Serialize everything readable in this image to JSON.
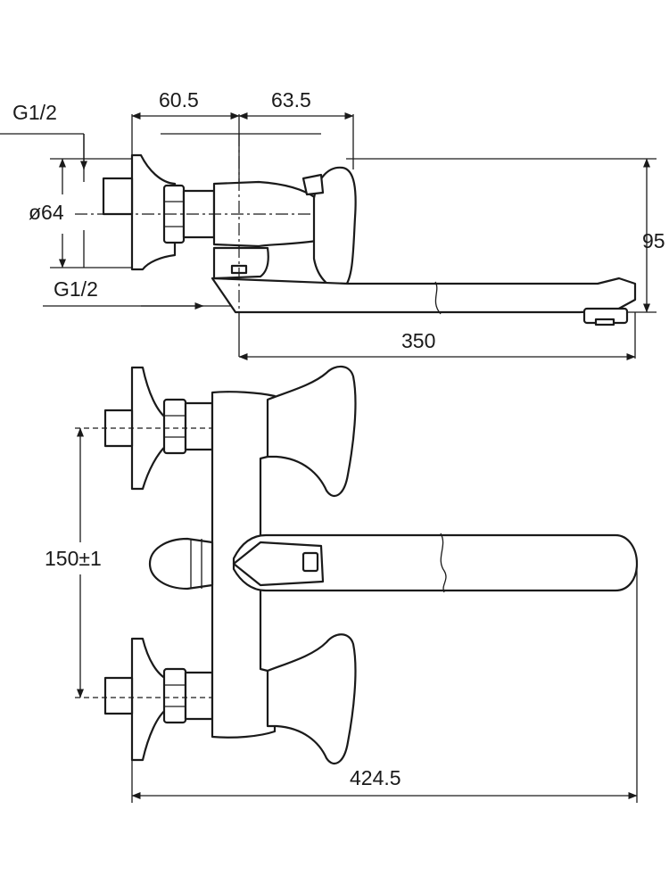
{
  "dimensions": {
    "thread_top": "G1/2",
    "width_a": "60.5",
    "width_b": "63.5",
    "diameter": "ø64",
    "thread_bottom": "G1/2",
    "height": "95",
    "spout_length": "350",
    "inlet_spacing": "150±1",
    "overall_length": "424.5"
  }
}
